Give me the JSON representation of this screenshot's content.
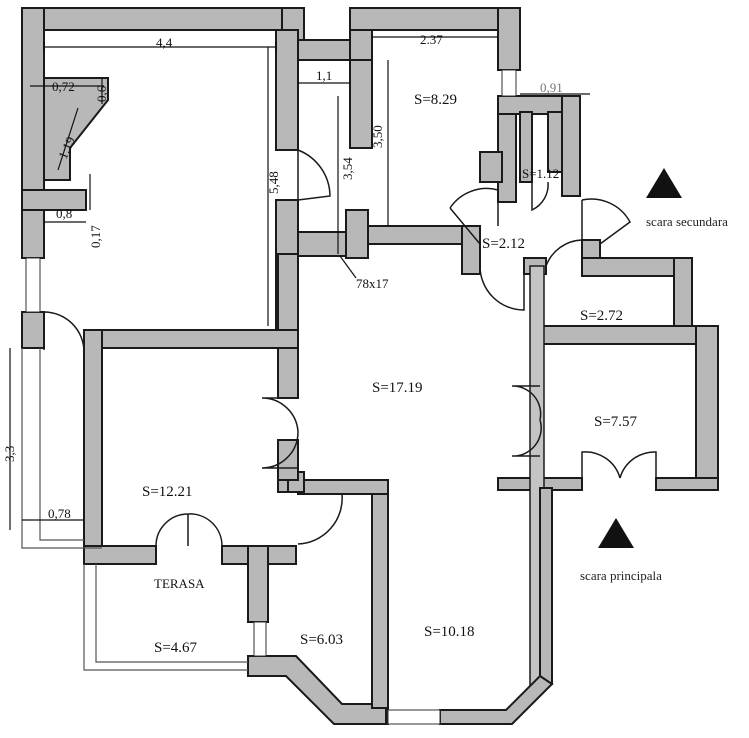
{
  "rooms": [
    {
      "id": "bath",
      "label": "S=8.29"
    },
    {
      "id": "closet",
      "label": "S=1.12"
    },
    {
      "id": "hall-small",
      "label": "S=2.12"
    },
    {
      "id": "storage",
      "label": "S=2.72"
    },
    {
      "id": "living",
      "label": "S=17.19"
    },
    {
      "id": "kitchen",
      "label": "S=7.57"
    },
    {
      "id": "bedroom",
      "label": "S=12.21"
    },
    {
      "id": "terrace",
      "label": "TERASA"
    },
    {
      "id": "terrace-area",
      "label": "S=4.67"
    },
    {
      "id": "room-6",
      "label": "S=6.03"
    },
    {
      "id": "room-10",
      "label": "S=10.18"
    }
  ],
  "dimensions": {
    "top_width": "4,4",
    "bath_width": "2.37",
    "small_width": "1,1",
    "opening_091": "0,91",
    "wall_072": "0,72",
    "wall_06": "0,6",
    "diag_119": "1,19",
    "wall_08": "0,8",
    "wall_017": "0,17",
    "height_548": "5,48",
    "height_354": "3,54",
    "height_350": "3,50",
    "niche": "78x17",
    "left_height": "3,3",
    "left_width": "0,78"
  },
  "stairs": {
    "secondary": "scara secundara",
    "main": "scara principala"
  },
  "colors": {
    "wall_fill": "#b8b8b8",
    "wall_outline": "#1a1a1a",
    "stair_marker": "#111111"
  }
}
